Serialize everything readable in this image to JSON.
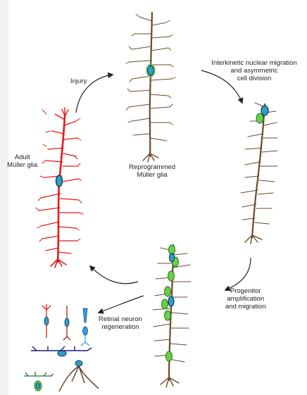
{
  "labels": {
    "injury": "Injury",
    "adult_muller_line1": "Adult",
    "adult_muller_line2": "Müller glia",
    "reprogrammed_line1": "Reprogrammed",
    "reprogrammed_line2": "Müller glia",
    "interkinetic_line1": "Interkinetic nuclear migration",
    "interkinetic_line2": "and asymmetric",
    "interkinetic_line3": "cell division",
    "progenitor_line1": "Progenitor",
    "progenitor_line2": "amplification",
    "progenitor_line3": "and migration",
    "retinal_line1": "Retinal neuron",
    "retinal_line2": "regeneration"
  },
  "colors": {
    "adult_glia": "#e31b1b",
    "glia_branch": "#6b4a2b",
    "nucleus": "#2ea0c8",
    "progenitor_green": "#66d04a",
    "arrow": "#222222",
    "bipolar_blue": "#1a1a7a",
    "horizontal_green": "#1d7a3c"
  }
}
